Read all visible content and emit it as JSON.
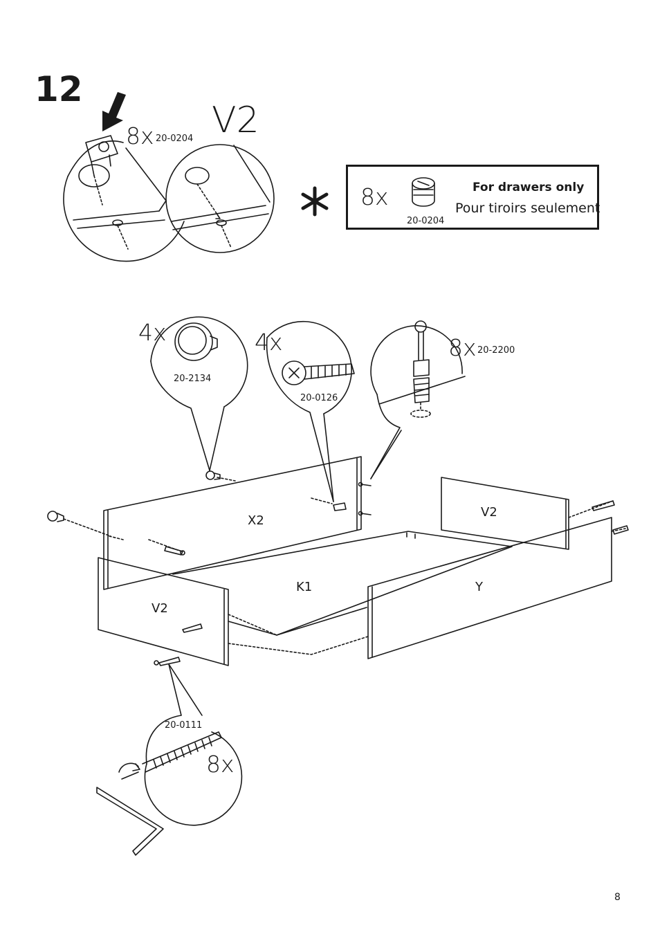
{
  "step": {
    "number": "12"
  },
  "top_detail": {
    "quantity": "8x",
    "part_code": "20-0204",
    "panel_label": "V2"
  },
  "note": {
    "symbol": "asterisk-icon",
    "quantity": "8x",
    "part_code": "20-0204",
    "text_en": "For drawers only",
    "text_fr": "Pour tiroirs seulement"
  },
  "callouts": {
    "knob": {
      "quantity": "4x",
      "part_code": "20-2134"
    },
    "bolt": {
      "quantity": "4x",
      "part_code": "20-0126"
    },
    "dowel": {
      "quantity": "8x",
      "part_code": "20-2200"
    },
    "screw": {
      "quantity": "8x",
      "part_code": "20-0111"
    }
  },
  "panels": {
    "back": "X2",
    "bottom": "K1",
    "side_left": "V2",
    "side_right": "V2",
    "front": "Y"
  },
  "footer": {
    "page_number": "8"
  },
  "colors": {
    "ink": "#1a1a1a",
    "paper": "#ffffff"
  }
}
